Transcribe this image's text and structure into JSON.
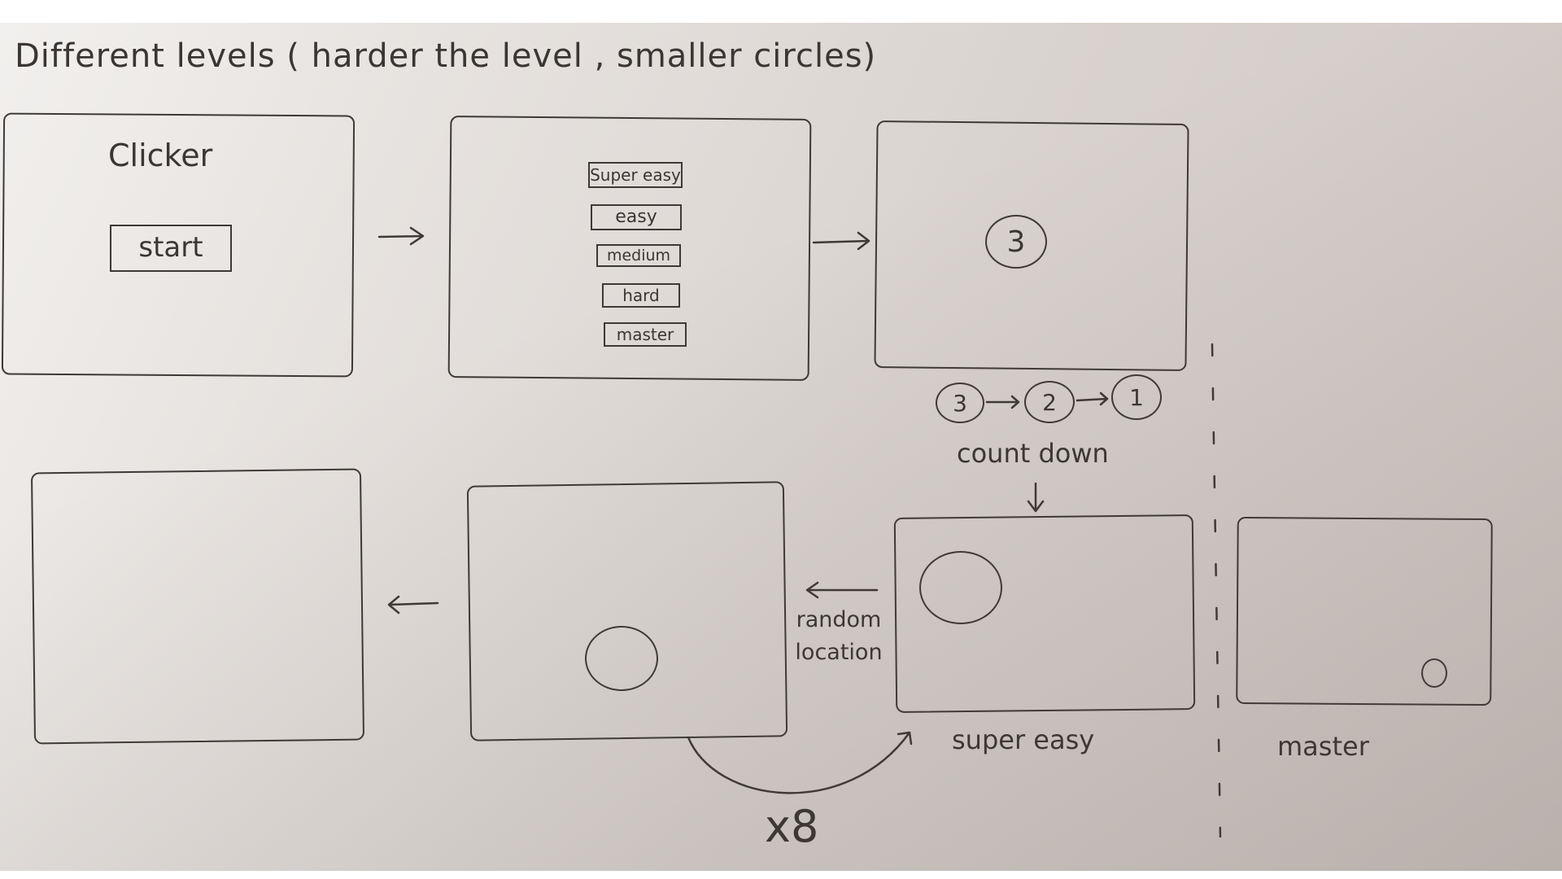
{
  "heading": "Different levels ( harder the level , smaller circles)",
  "title_screen": {
    "title": "Clicker",
    "start_label": "start"
  },
  "level_menu": {
    "options": [
      "Super easy",
      "easy",
      "medium",
      "hard",
      "master"
    ]
  },
  "countdown_screen": {
    "number": "3"
  },
  "countdown_sequence": {
    "steps": [
      "3",
      "2",
      "1"
    ],
    "label": "count down"
  },
  "random_location_label": "random location",
  "repeat_label": "x8",
  "level_labels": {
    "super_easy": "super easy",
    "master": "master"
  },
  "colors": {
    "ink": "#3d3936",
    "paper": "#e2ddd9"
  }
}
